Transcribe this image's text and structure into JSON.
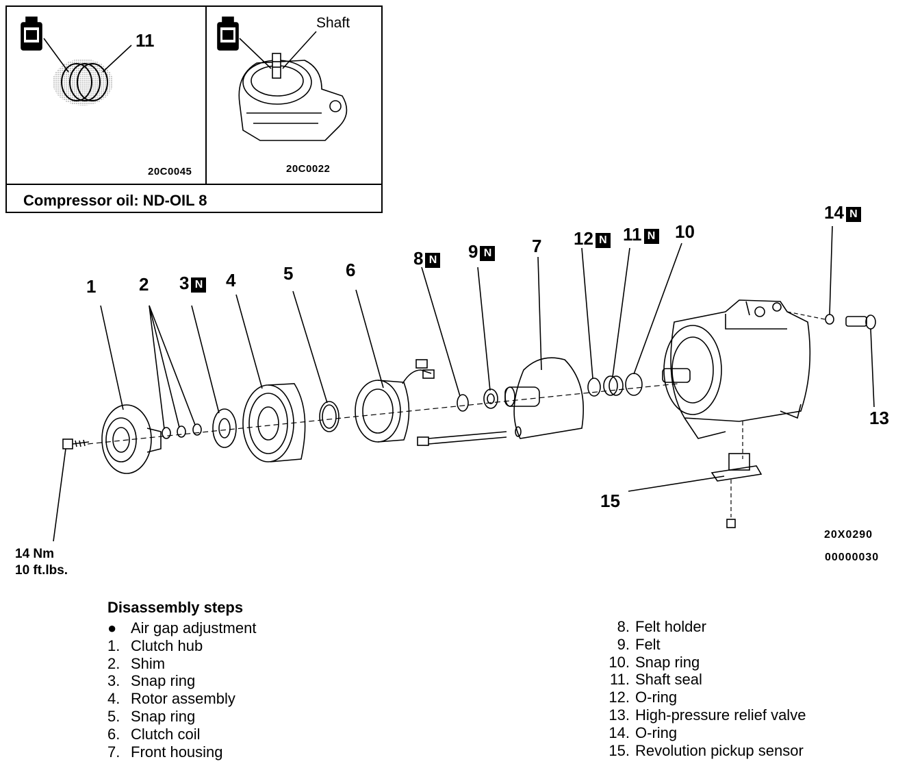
{
  "inset": {
    "left_panel": {
      "part_label": "11",
      "figure_code": "20C0045"
    },
    "right_panel": {
      "label": "Shaft",
      "figure_code": "20C0022"
    },
    "note": "Compressor oil: ND-OIL 8"
  },
  "callouts": [
    {
      "num": "1",
      "new_part": false
    },
    {
      "num": "2",
      "new_part": false
    },
    {
      "num": "3",
      "new_part": true
    },
    {
      "num": "4",
      "new_part": false
    },
    {
      "num": "5",
      "new_part": false
    },
    {
      "num": "6",
      "new_part": false
    },
    {
      "num": "7",
      "new_part": false
    },
    {
      "num": "8",
      "new_part": true
    },
    {
      "num": "9",
      "new_part": true
    },
    {
      "num": "10",
      "new_part": false
    },
    {
      "num": "11",
      "new_part": true
    },
    {
      "num": "12",
      "new_part": true
    },
    {
      "num": "13",
      "new_part": false
    },
    {
      "num": "14",
      "new_part": true
    },
    {
      "num": "15",
      "new_part": false
    }
  ],
  "new_part_mark": "N",
  "torque": {
    "metric": "14 Nm",
    "imperial": "10 ft.lbs."
  },
  "figure_codes": {
    "drawing": "20X0290",
    "page": "00000030"
  },
  "steps": {
    "title": "Disassembly steps",
    "bullet_item": {
      "marker": "●",
      "text": "Air gap adjustment"
    },
    "left": [
      {
        "num": "1.",
        "text": "Clutch hub"
      },
      {
        "num": "2.",
        "text": "Shim"
      },
      {
        "num": "3.",
        "text": "Snap ring"
      },
      {
        "num": "4.",
        "text": "Rotor assembly"
      },
      {
        "num": "5.",
        "text": "Snap ring"
      },
      {
        "num": "6.",
        "text": "Clutch coil"
      },
      {
        "num": "7.",
        "text": "Front housing"
      }
    ],
    "right": [
      {
        "num": "8.",
        "text": "Felt holder"
      },
      {
        "num": "9.",
        "text": "Felt"
      },
      {
        "num": "10.",
        "text": "Snap ring"
      },
      {
        "num": "11.",
        "text": "Shaft seal"
      },
      {
        "num": "12.",
        "text": "O-ring"
      },
      {
        "num": "13.",
        "text": "High-pressure relief valve"
      },
      {
        "num": "14.",
        "text": "O-ring"
      },
      {
        "num": "15.",
        "text": "Revolution pickup sensor"
      }
    ]
  }
}
